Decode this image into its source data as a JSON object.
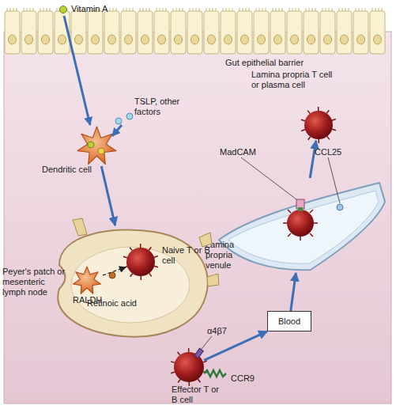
{
  "diagram": {
    "nodes": [
      {
        "text": [
          "Gut epithelial barrier"
        ]
      },
      {
        "text": [
          "Dendritic cell"
        ]
      },
      {
        "text": [
          "Peyer's patch or mesenteric lymph node"
        ]
      },
      {
        "text": [
          "RALDH"
        ],
        "in": 2
      },
      {
        "text": [
          "Naive T or B cell"
        ],
        "in": 2
      },
      {
        "text": [
          "Effector T or B cell"
        ]
      },
      {
        "text": [
          "Blood"
        ]
      },
      {
        "text": [
          "Lamina propria venule"
        ]
      },
      {
        "text": [
          "Lamina propria T cell or plasma cell"
        ]
      }
    ],
    "edges": [
      {
        "from": 1,
        "to": 2,
        "arrow": "to"
      },
      {
        "from": 3,
        "to": 4,
        "arrow": "to",
        "label": "Retinoic acid"
      },
      {
        "from": 5,
        "to": 6,
        "arrow": "to"
      },
      {
        "from": 6,
        "to": 7,
        "arrow": "to"
      },
      {
        "from": 7,
        "to": 8,
        "arrow": "to"
      }
    ],
    "labels": [
      "Vitamin A",
      "TSLP, other factors",
      "MadCAM",
      "CCL25",
      "α4β7",
      "CCR9"
    ]
  }
}
